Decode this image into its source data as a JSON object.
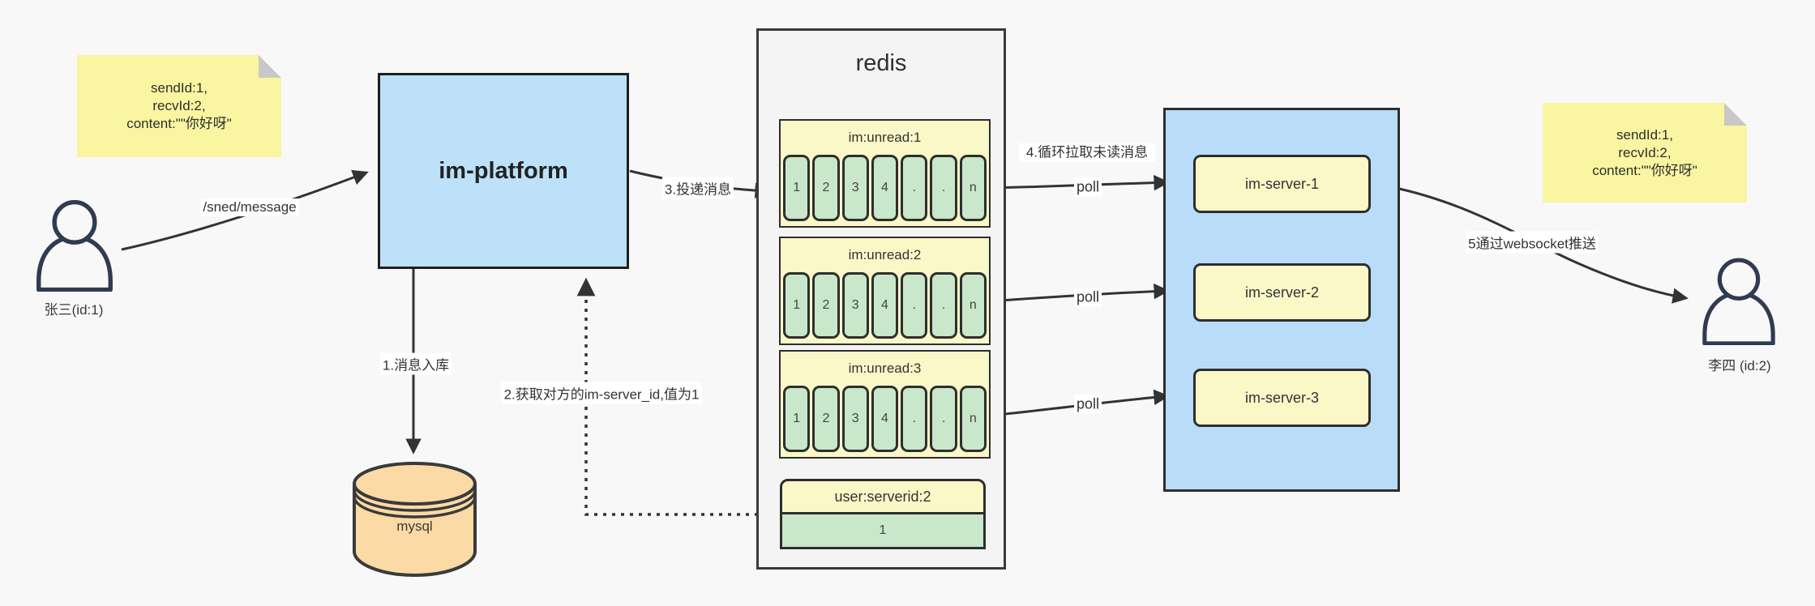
{
  "notes": {
    "sender": {
      "line1": "sendId:1,",
      "line2": "recvId:2,",
      "line3": "content:\"\"你好呀\""
    },
    "receiver": {
      "line1": "sendId:1,",
      "line2": "recvId:2,",
      "line3": "content:\"\"你好呀\""
    }
  },
  "actors": {
    "sender": {
      "label": "张三(id:1)"
    },
    "receiver": {
      "label": "李四 (id:2)"
    }
  },
  "platform": {
    "label": "im-platform"
  },
  "database": {
    "label": "mysql"
  },
  "redis": {
    "title": "redis",
    "queues": [
      {
        "header": "im:unread:1",
        "cells": [
          "1",
          "2",
          "3",
          "4",
          ".",
          ".",
          "n"
        ]
      },
      {
        "header": "im:unread:2",
        "cells": [
          "1",
          "2",
          "3",
          "4",
          ".",
          ".",
          "n"
        ]
      },
      {
        "header": "im:unread:3",
        "cells": [
          "1",
          "2",
          "3",
          "4",
          ".",
          ".",
          "n"
        ]
      }
    ],
    "kv": {
      "header": "user:serverid:2",
      "value": "1"
    }
  },
  "servers": [
    {
      "label": "im-server-1"
    },
    {
      "label": "im-server-2"
    },
    {
      "label": "im-server-3"
    }
  ],
  "edges": {
    "send": "/sned/message",
    "step1": "1.消息入库",
    "step2": "2.获取对方的im-server_id,值为1",
    "step3": "3.投递消息",
    "step4": "4.循环拉取未读消息",
    "poll1": "poll",
    "poll2": "poll",
    "poll3": "poll",
    "step5": "5通过websocket推送"
  },
  "colors": {
    "note_yellow": "#f9f5a1",
    "box_blue": "#bce1f8",
    "pale_yellow": "#fbf8c8",
    "cell_green": "#c9e7ca",
    "db_orange": "#fbdaa5",
    "line_dark": "#333333",
    "person_navy": "#2f3b52"
  }
}
